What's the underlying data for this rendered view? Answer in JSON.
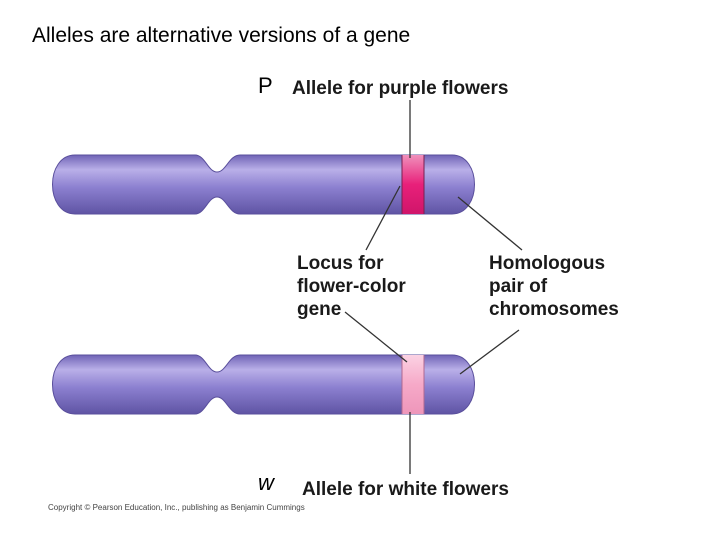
{
  "slide": {
    "title": "Alleles are alternative versions of a gene"
  },
  "diagram": {
    "top_letter": "P",
    "top_allele_label": "Allele for purple flowers",
    "locus_label": "Locus for\nflower-color\ngene",
    "homologous_label": "Homologous\npair of\nchromosomes",
    "bottom_letter": "w",
    "bottom_allele_label": "Allele for white flowers",
    "copyright": "Copyright © Pearson Education, Inc., publishing as Benjamin Cummings"
  },
  "colors": {
    "chromosome": "#8c80d0",
    "chromosome_highlight": "#b3a9e4",
    "chromosome_shadow": "#6d60b4",
    "purple_allele": "#e8207a",
    "white_allele": "#f6a9c8",
    "pointer_line": "#333333"
  }
}
